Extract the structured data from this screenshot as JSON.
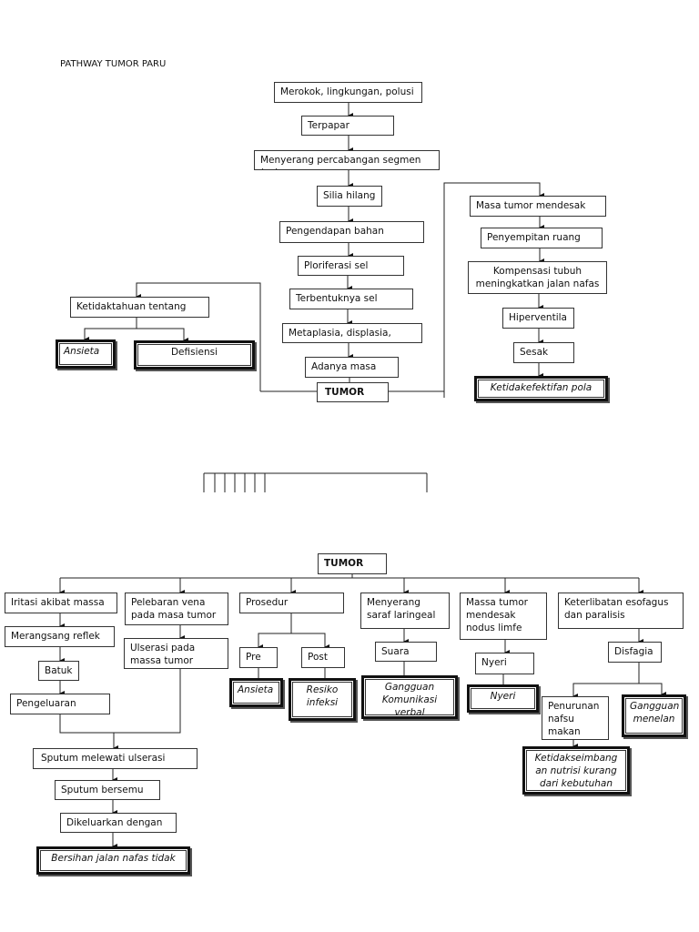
{
  "title": "PATHWAY TUMOR PARU",
  "top": {
    "main_chain": [
      "Merokok, lingkungan, polusi",
      "Terpapar",
      "Menyerang percabangan segmen (sub",
      "Silia hilang",
      "Pengendapan bahan",
      "Ploriferasi sel",
      "Terbentuknya sel",
      "Metaplasia, displasia,",
      "Adanya masa",
      "TUMOR"
    ],
    "left_branch": {
      "cause": "Ketidaktahuan tentang",
      "dx1": "Ansieta",
      "dx2": "Defisiensi"
    },
    "right_branch": [
      "Masa tumor mendesak",
      "Penyempitan ruang",
      "Kompensasi tubuh\nmeningkatkan jalan nafas",
      "Hiperventila",
      "Sesak",
      "Ketidakefektifan pola"
    ]
  },
  "bottom": {
    "root": "TUMOR",
    "col1": [
      "Iritasi akibat massa",
      "Merangsang reflek",
      "Batuk",
      "Pengeluaran"
    ],
    "col2": [
      "Pelebaran vena\npada masa tumor",
      "Ulserasi pada\nmassa tumor"
    ],
    "merge": [
      "Sputum melewati ulserasi",
      "Sputum bersemu",
      "Dikeluarkan dengan",
      "Bersihan jalan nafas tidak"
    ],
    "col3": {
      "main": "Prosedur",
      "pre": "Pre",
      "post": "Post",
      "dx_pre": "Ansieta",
      "dx_post": "Resiko\ninfeksi"
    },
    "col4": {
      "main": "Menyerang\nsaraf laringeal",
      "sub": "Suara",
      "dx": "Gangguan\nKomunikasi\nverbal"
    },
    "col5": {
      "main": "Massa tumor\nmendesak\nnodus limfe",
      "sub": "Nyeri",
      "dx": "Nyeri"
    },
    "col6": {
      "main": "Keterlibatan esofagus\ndan paralisis",
      "sub": "Disfagia",
      "sub2": "Penurunan\nnafsu makan",
      "dx_menelan": "Gangguan\nmenelan",
      "dx_nutrisi": "Ketidakseimbang\nan nutrisi kurang\ndari kebutuhan"
    }
  }
}
